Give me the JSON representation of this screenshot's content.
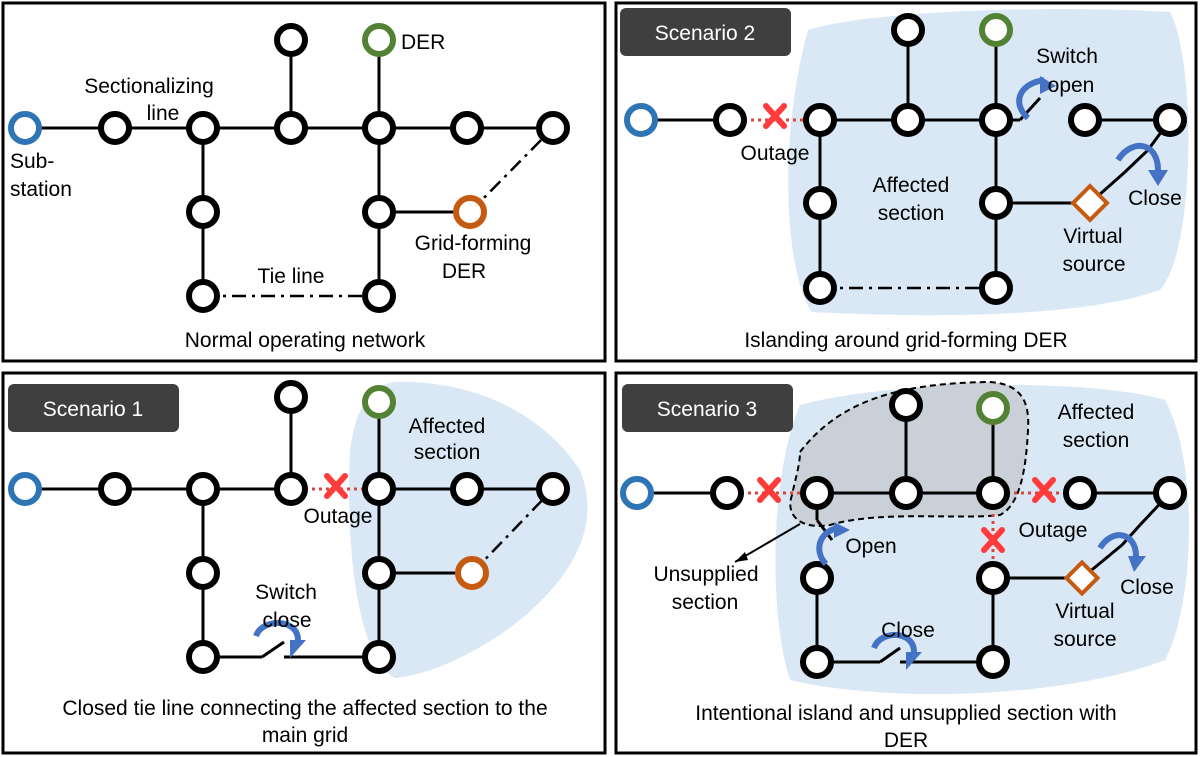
{
  "colors": {
    "substation": "#2e75b6",
    "der": "#548235",
    "grid_forming": "#c55a11",
    "virtual_source": "#c55a11",
    "outage_x": "#ff3b3b",
    "switch_arrow": "#4472c4",
    "affected_fill": "#dae8f5",
    "unsupplied_fill": "#c9d0d8",
    "scenario_tag": "#3f3f3f",
    "node": "#000000"
  },
  "panels": {
    "normal": {
      "caption": "Normal operating network",
      "labels": {
        "der": "DER",
        "sectionalizing_1": "Sectionalizing",
        "sectionalizing_2": "line",
        "substation_1": "Sub-",
        "substation_2": "station",
        "tie_line": "Tie line",
        "grid_forming_1": "Grid-forming",
        "grid_forming_2": "DER"
      }
    },
    "scenario1": {
      "tag": "Scenario 1",
      "caption_1": "Closed tie line connecting the affected section to the",
      "caption_2": "main grid",
      "labels": {
        "affected_1": "Affected",
        "affected_2": "section",
        "outage": "Outage",
        "switch_1": "Switch",
        "switch_2": "close"
      }
    },
    "scenario2": {
      "tag": "Scenario 2",
      "caption": "Islanding around grid-forming DER",
      "labels": {
        "switch_1": "Switch",
        "switch_2": "open",
        "outage": "Outage",
        "affected_1": "Affected",
        "affected_2": "section",
        "close": "Close",
        "virtual_1": "Virtual",
        "virtual_2": "source"
      }
    },
    "scenario3": {
      "tag": "Scenario 3",
      "caption_1": "Intentional island and unsupplied section with",
      "caption_2": "DER",
      "labels": {
        "affected_1": "Affected",
        "affected_2": "section",
        "outage": "Outage",
        "open": "Open",
        "unsupplied_1": "Unsupplied",
        "unsupplied_2": "section",
        "close_right": "Close",
        "virtual_1": "Virtual",
        "virtual_2": "source",
        "close_bottom": "Close"
      }
    }
  }
}
